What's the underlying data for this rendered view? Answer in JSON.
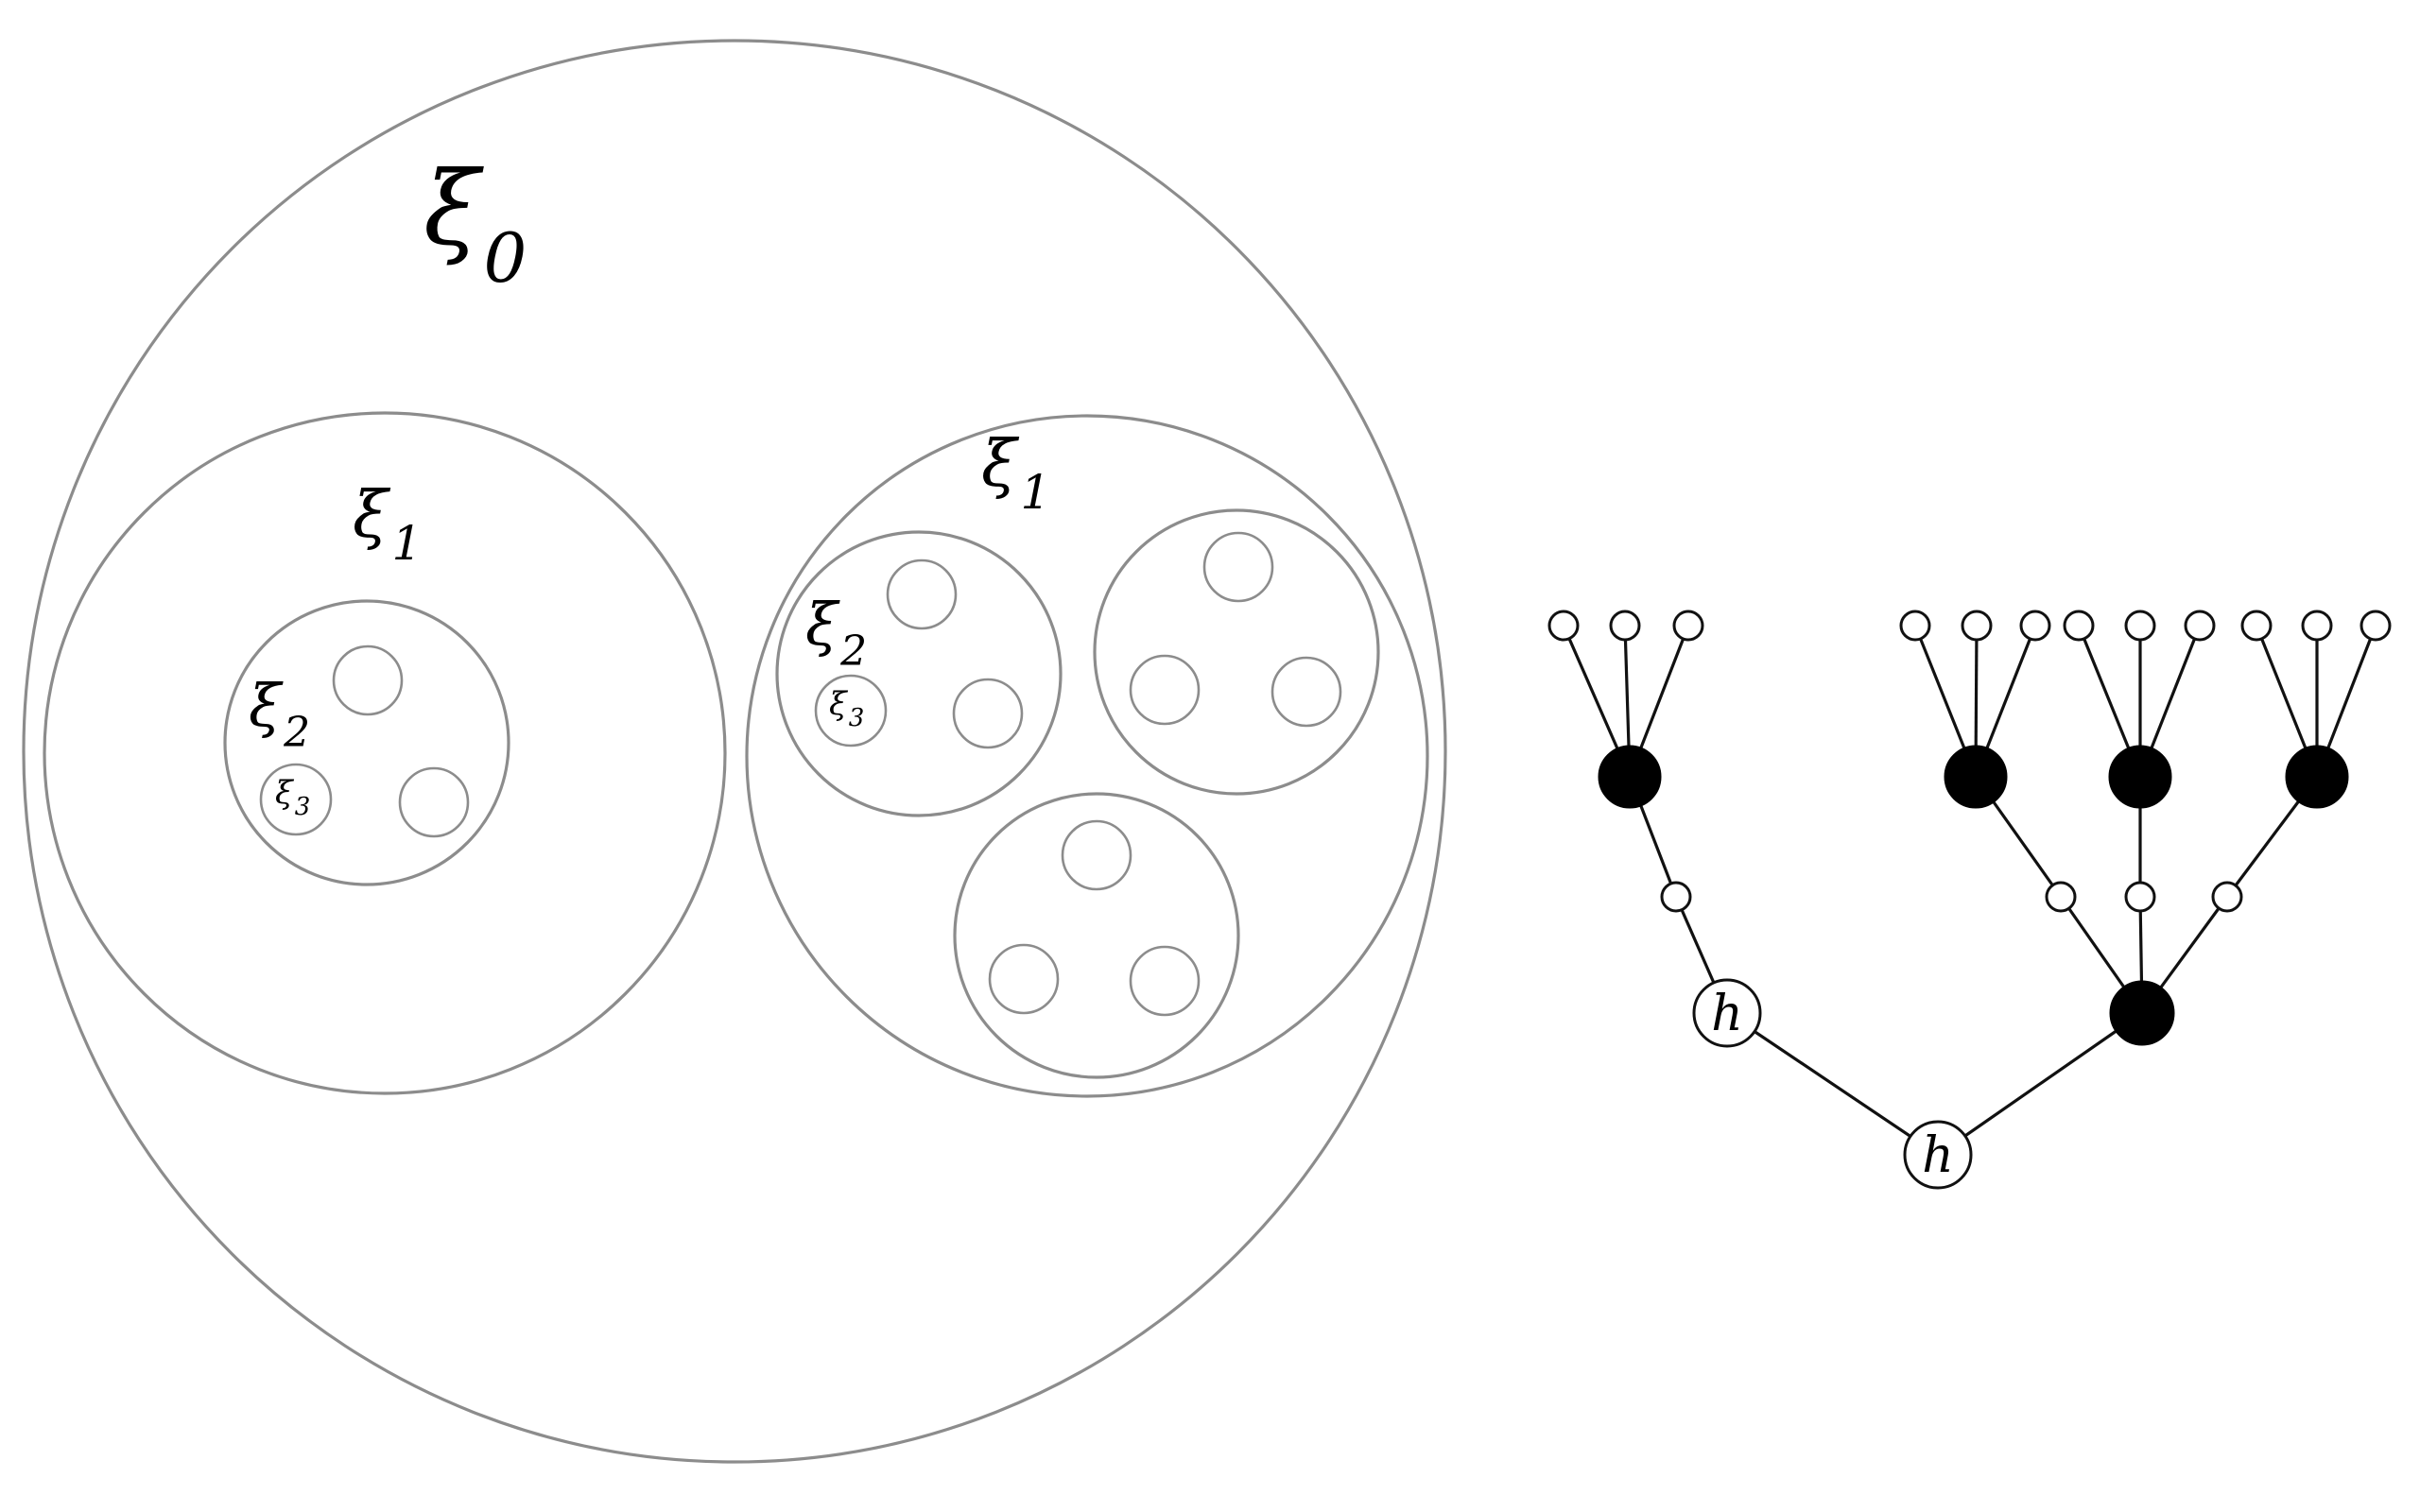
{
  "cluster_labels": {
    "outer": "ξ",
    "outer_sub": "0",
    "level1_left": "ξ",
    "level1_left_sub": "1",
    "level1_right": "ξ",
    "level1_right_sub": "1",
    "level2_left": "ξ",
    "level2_left_sub": "2",
    "level2_right": "ξ",
    "level2_right_sub": "2",
    "level3_left": "ξ",
    "level3_left_sub": "3",
    "level3_right": "ξ",
    "level3_right_sub": "3"
  },
  "tree_labels": {
    "h_node_left": "h",
    "h_node_root": "h"
  }
}
